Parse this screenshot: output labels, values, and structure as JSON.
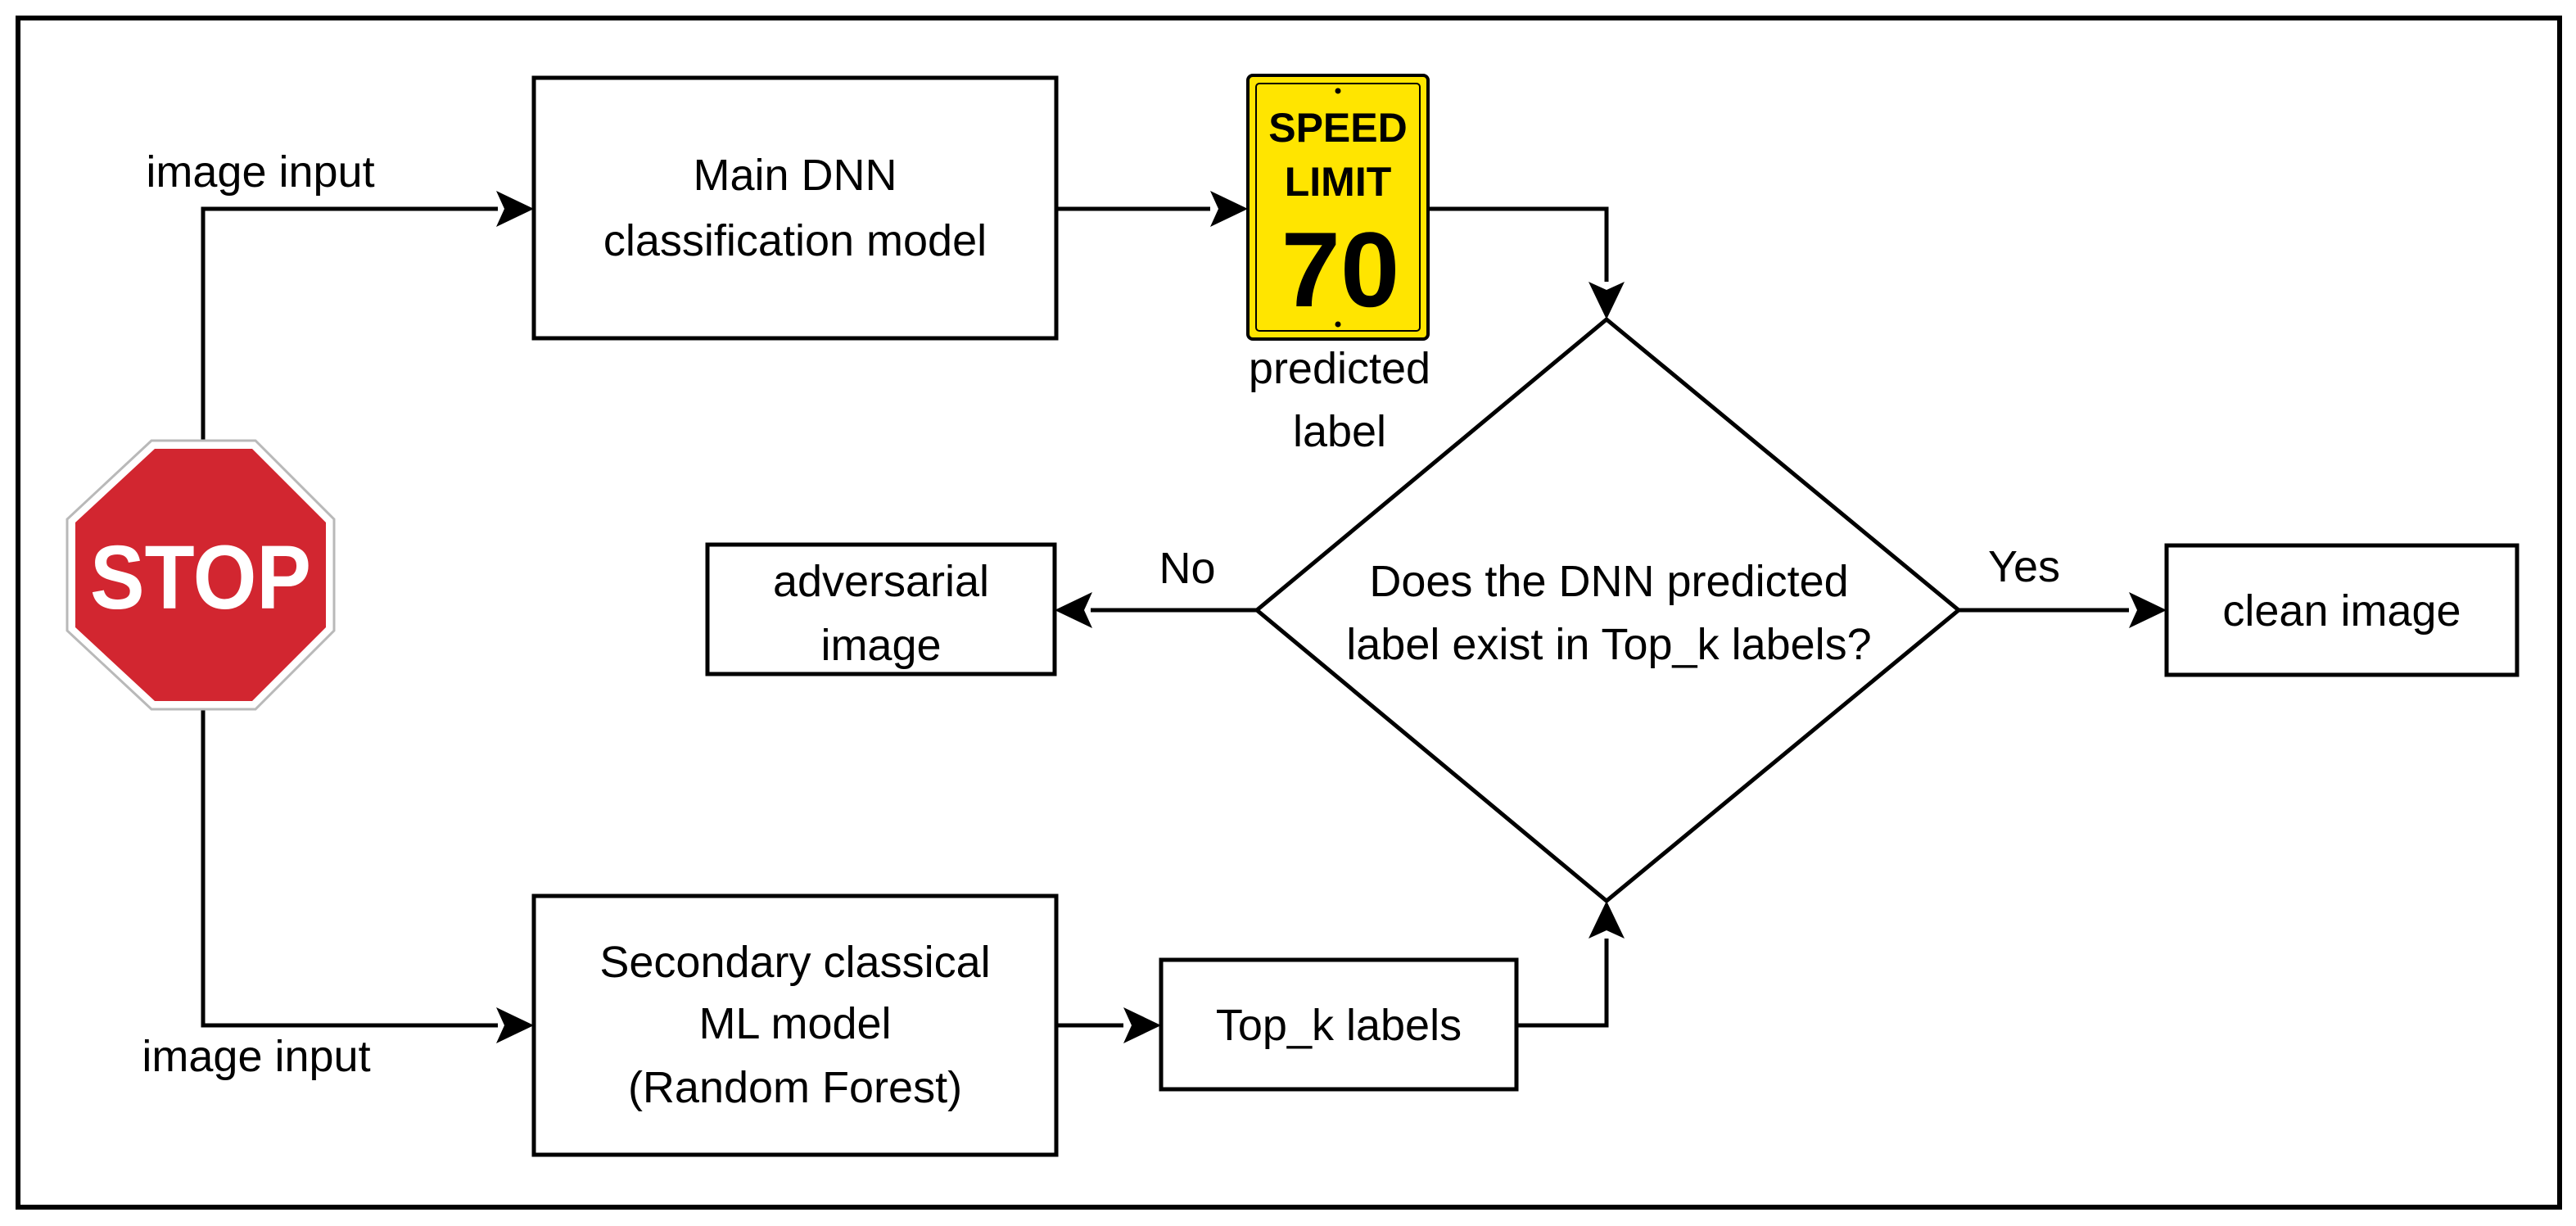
{
  "boxes": {
    "main_dnn": {
      "lines": [
        "Main DNN",
        "classification model"
      ]
    },
    "secondary": {
      "lines": [
        "Secondary classical",
        "ML model",
        "(Random Forest)"
      ]
    },
    "top_k": {
      "text": "Top_k labels"
    },
    "adversarial": {
      "lines": [
        "adversarial",
        "image"
      ]
    },
    "clean": {
      "text": "clean image"
    }
  },
  "decision": {
    "lines": [
      "Does the DNN predicted",
      "label exist in Top_k labels?"
    ]
  },
  "edge_labels": {
    "image_input_top": "image input",
    "image_input_bottom": "image input",
    "predicted_label": [
      "predicted",
      "label"
    ],
    "no": "No",
    "yes": "Yes"
  },
  "signs": {
    "stop": {
      "text": "STOP",
      "color": "#d22630"
    },
    "speed_limit": {
      "line1": "SPEED",
      "line2": "LIMIT",
      "number": "70",
      "color": "#ffe500"
    }
  }
}
